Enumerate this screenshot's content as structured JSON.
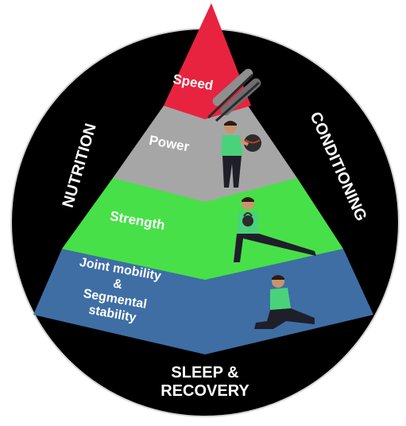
{
  "colors": {
    "background": "#ffffff",
    "ring": "#000000",
    "ring_outline": "#d6d6d6",
    "speed": "#e8233f",
    "power": "#a6a6a6",
    "strength": "#48e048",
    "foundation": "#3e6ea4",
    "label_text": "#ffffff",
    "athlete_shirt": "#4ad27a",
    "athlete_pants": "#1f1f2a",
    "athlete_skin": "#c89470",
    "athlete_hair": "#2a1c12",
    "equipment_dark": "#2b2b2b",
    "equipment_metal": "#8f8f8f"
  },
  "ring_labels": {
    "left": "NUTRITION",
    "right": "CONDITIONING",
    "bottom_line1": "SLEEP &",
    "bottom_line2": "RECOVERY"
  },
  "pyramid": {
    "tiers": [
      {
        "id": "speed",
        "label": "Speed",
        "equipment": "barbell-rollers-icon"
      },
      {
        "id": "power",
        "label": "Power",
        "equipment": "medicine-ball-icon"
      },
      {
        "id": "strength",
        "label": "Strength",
        "equipment": "kettlebell-icon"
      },
      {
        "id": "foundation",
        "label_lines": [
          "Joint mobility",
          "&",
          "Segmental",
          "stability"
        ],
        "equipment": "none"
      }
    ]
  }
}
